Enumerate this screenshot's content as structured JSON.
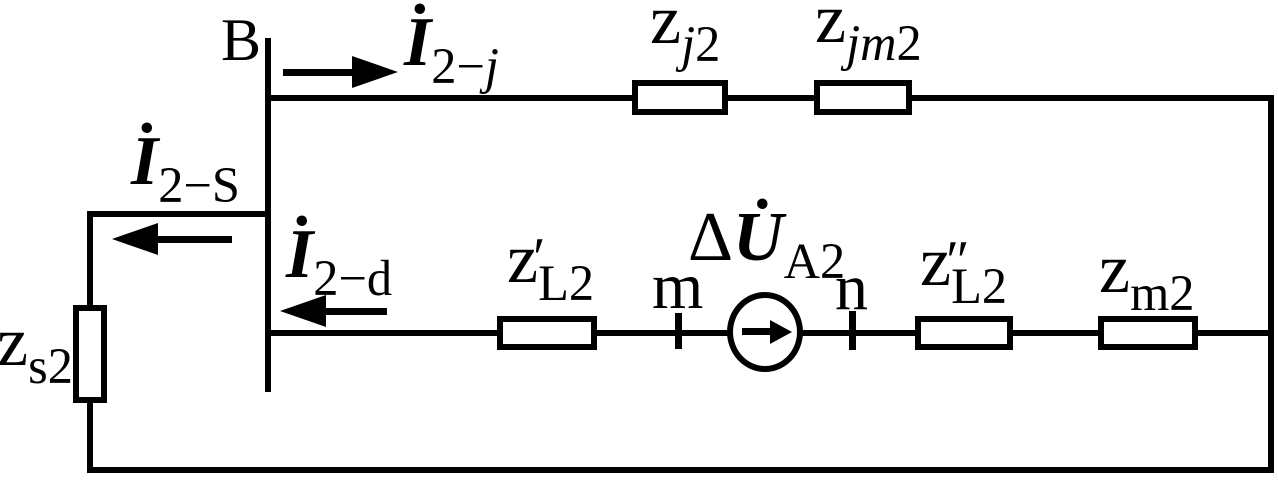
{
  "figure": {
    "kind": "circuit-diagram",
    "bg_color": "#ffffff",
    "ink_color": "#000000"
  },
  "bus": {
    "label": {
      "main": "B"
    }
  },
  "currents": {
    "i2_j": {
      "dot": "˙",
      "main": "I",
      "sub": "2−",
      "sub_it": "j",
      "direction": "right"
    },
    "i2_s": {
      "dot": "˙",
      "main": "I",
      "sub": "2−S",
      "direction": "left"
    },
    "i2_d": {
      "dot": "˙",
      "main": "I",
      "sub": "2−d",
      "direction": "left"
    }
  },
  "impedances": {
    "z_j2": {
      "main": "z",
      "sub_it": "j",
      "sub_post": "2"
    },
    "z_jm2": {
      "main": "z",
      "sub_it": "jm",
      "sub_post": "2"
    },
    "z_L2_prime": {
      "main": "z",
      "prime": "′",
      "sub": "L2"
    },
    "z_L2_dprime": {
      "main": "z",
      "prime": "″",
      "sub": "L2"
    },
    "z_m2": {
      "main": "z",
      "sub": "m2"
    },
    "z_s2": {
      "main": "z",
      "sub": "s2"
    }
  },
  "source": {
    "pre": "Δ",
    "dot": "˙",
    "main": "U",
    "sub": "A2",
    "symbol": "circle-with-right-arrow"
  },
  "nodes": {
    "m": {
      "label": "m"
    },
    "n": {
      "label": "n"
    }
  }
}
